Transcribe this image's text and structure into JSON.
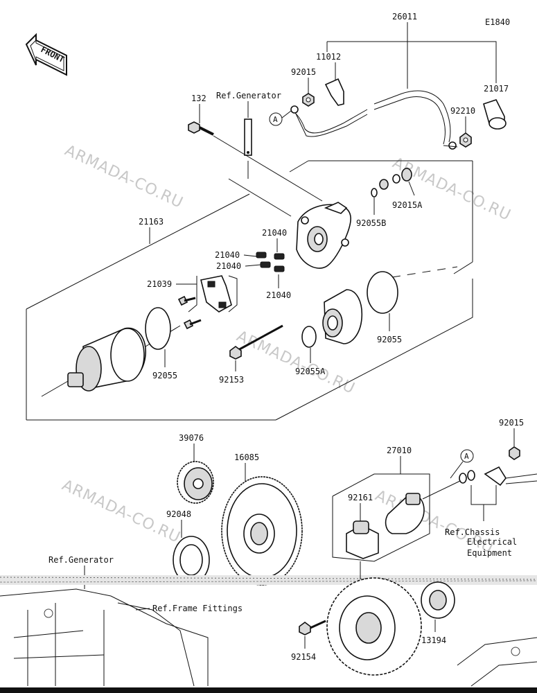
{
  "diagram_code": "E1840",
  "front_label": "FRONT",
  "watermark": "ARMADA-CO.RU",
  "callout_letter": "A",
  "parts": {
    "p26011": "26011",
    "p11012": "11012",
    "p92015_top": "92015",
    "p21017": "21017",
    "p92210": "92210",
    "p132": "132",
    "p92015A": "92015A",
    "p92055B": "92055B",
    "p21163": "21163",
    "p21040_a": "21040",
    "p21040_b": "21040",
    "p21040_c": "21040",
    "p21040_d": "21040",
    "p21039": "21039",
    "p92055_left": "92055",
    "p92055_right": "92055",
    "p92153": "92153",
    "p92055A": "92055A",
    "p39076": "39076",
    "p16085": "16085",
    "p27010": "27010",
    "p92015_right": "92015",
    "p92048": "92048",
    "p92161": "92161",
    "p92154": "92154",
    "p13194": "13194"
  },
  "refs": {
    "ref_generator_top": "Ref.Generator",
    "ref_generator_bottom": "Ref.Generator",
    "ref_frame_fittings": "Ref.Frame Fittings",
    "ref_chassis_line1": "Ref.Chassis",
    "ref_chassis_line2": "Electrical",
    "ref_chassis_line3": "Equipment"
  }
}
